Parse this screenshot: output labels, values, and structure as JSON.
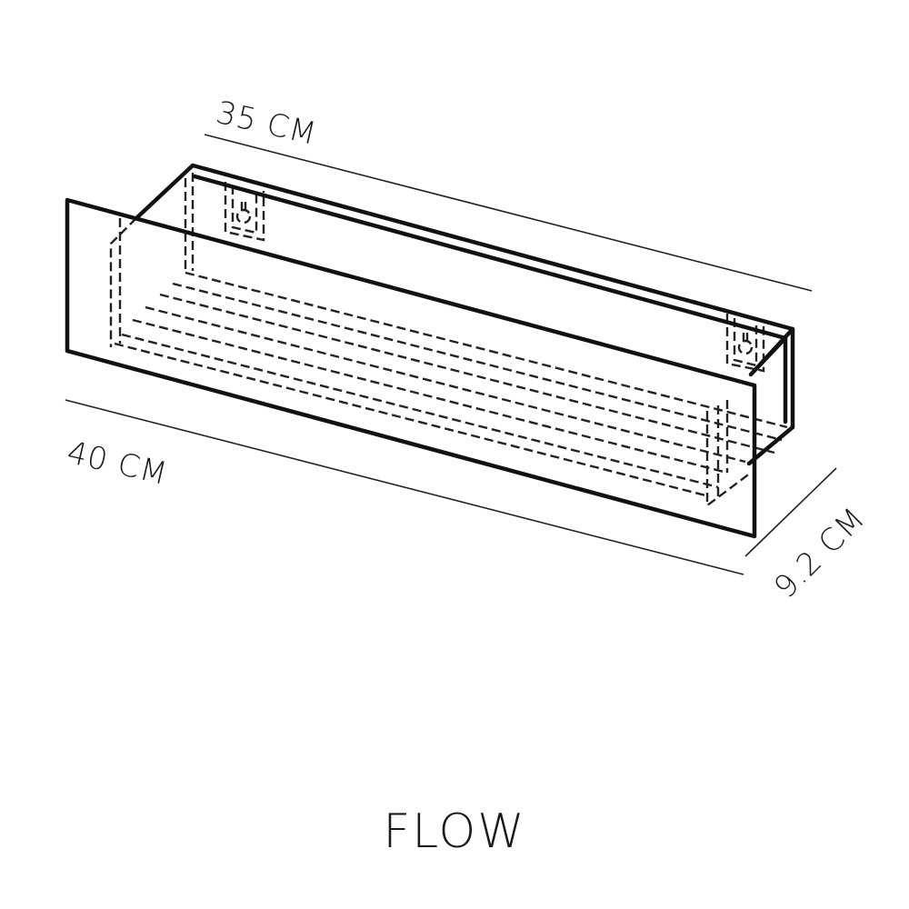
{
  "dimensions": {
    "back_width": "35 CM",
    "front_width": "40 CM",
    "depth": "9.2 CM"
  },
  "product": {
    "name": "FLOW"
  },
  "colors": {
    "line": "#111111",
    "background": "#ffffff"
  }
}
